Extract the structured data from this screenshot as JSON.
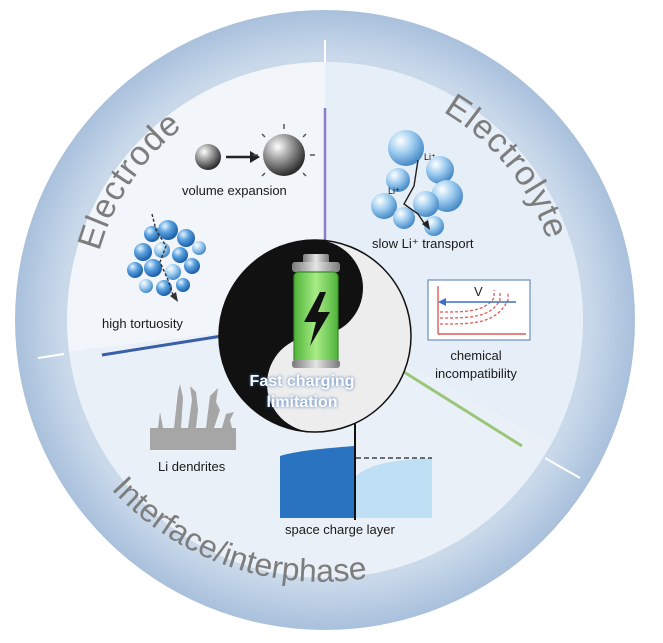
{
  "ring_labels": {
    "electrode": "Electrode",
    "electrolyte": "Electrolyte",
    "interface": "Interface/interphase"
  },
  "center": {
    "line1": "Fast charging",
    "line2": "limitation"
  },
  "panels": {
    "volume_expansion": "volume expansion",
    "high_tortuosity": "high tortuosity",
    "slow_transport": "slow Li⁺ transport",
    "chemical_line1": "chemical",
    "chemical_line2": "incompatibility",
    "li_dendrites": "Li dendrites",
    "space_charge": "space charge layer",
    "voltage_symbol": "V",
    "ion_label": "Li⁺"
  },
  "colors": {
    "ring": "#b9cde3",
    "electrode_sector": "#f2f5f9",
    "electrolyte_sector": "#e6eef7",
    "interface_sector": "#e9f0f7",
    "ring_text": "#7d7d7d",
    "divider_electrode": "#8b7fc9",
    "divider_left": "#3a5fa8",
    "divider_right": "#9bc67a",
    "sphere_blue": "#4b94d4",
    "battery_green": "#6fcf4e"
  }
}
